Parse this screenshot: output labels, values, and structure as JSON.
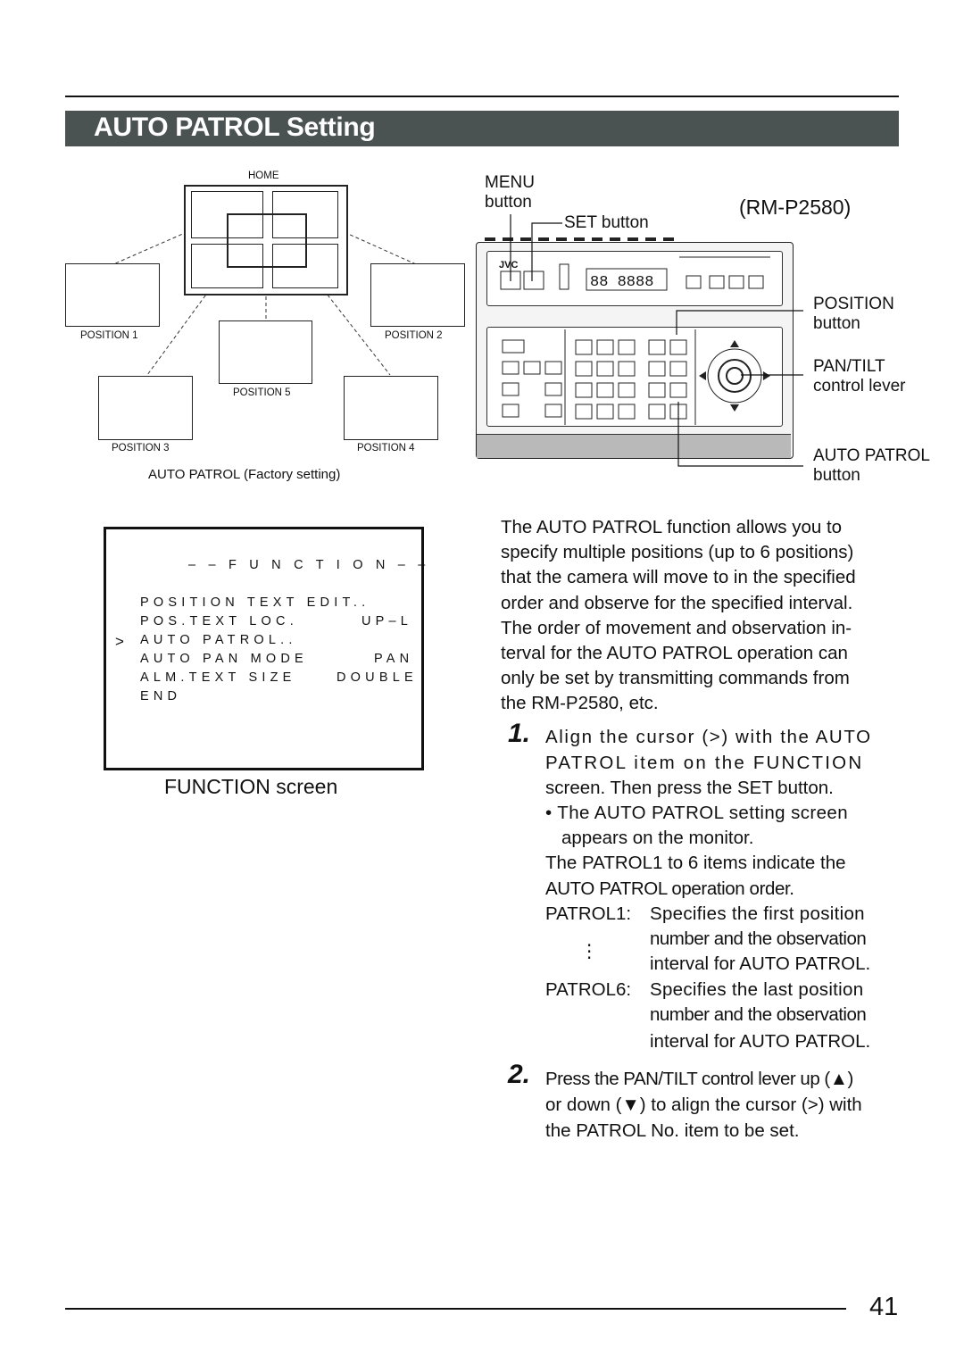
{
  "section_title": "AUTO PATROL Setting",
  "diagram": {
    "home_label": "HOME",
    "position_labels": [
      "POSITION 1",
      "POSITION 2",
      "POSITION 3",
      "POSITION 4",
      "POSITION 5"
    ],
    "caption": "AUTO PATROL (Factory setting)"
  },
  "remote": {
    "model": "(RM-P2580)",
    "menu_label_1": "MENU",
    "menu_label_2": "button",
    "set_label": "SET button",
    "position_label_1": "POSITION",
    "position_label_2": "button",
    "pantilt_label_1": "PAN/TILT",
    "pantilt_label_2": "control lever",
    "autopatrol_label_1": "AUTO PATROL",
    "autopatrol_label_2": "button"
  },
  "function_screen": {
    "header": "– – F U N C T I O N – –",
    "rows": [
      {
        "cursor": "",
        "left": "POSITION TEXT EDIT..",
        "right": ""
      },
      {
        "cursor": "",
        "left": "POS.TEXT LOC.",
        "right": "UP–L"
      },
      {
        "cursor": ">",
        "left": "AUTO PATROL..",
        "right": ""
      },
      {
        "cursor": "",
        "left": "AUTO PAN MODE",
        "right": "PAN"
      },
      {
        "cursor": "",
        "left": "ALM.TEXT SIZE",
        "right": "DOUBLE"
      },
      {
        "cursor": "",
        "left": "END",
        "right": ""
      }
    ],
    "caption": "FUNCTION screen"
  },
  "body": {
    "intro": [
      "The AUTO PATROL function allows you to",
      "specify multiple positions (up to 6 positions)",
      "that the camera will move to in the specified",
      "order and observe for the specified interval.",
      "The order of movement and observation in-",
      "terval for the AUTO PATROL operation can",
      "only be set by transmitting commands from",
      "the RM-P2580, etc."
    ],
    "step1_num": "1.",
    "step1": [
      "Align the cursor (>) with the AUTO",
      "PATROL item on the FUNCTION",
      "screen. Then press the SET button."
    ],
    "bullet": [
      "• The AUTO PATROL setting screen",
      "appears on the monitor."
    ],
    "patrol_note": [
      "The PATROL1 to 6 items indicate the",
      "AUTO PATROL operation order."
    ],
    "patrol1_key": "PATROL1:",
    "patrol1_desc": [
      "Specifies the first position",
      "number and the observation",
      "interval for AUTO PATROL."
    ],
    "ellipsis": "⋮",
    "patrol6_key": "PATROL6:",
    "patrol6_desc": [
      "Specifies the last position",
      "number and the observation",
      "interval for AUTO PATROL."
    ],
    "step2_num": "2.",
    "step2": [
      "Press the PAN/TILT control lever up (▲)",
      "or down (▼) to align the cursor (>) with",
      "the PATROL No. item to be set."
    ]
  },
  "page_number": "41"
}
